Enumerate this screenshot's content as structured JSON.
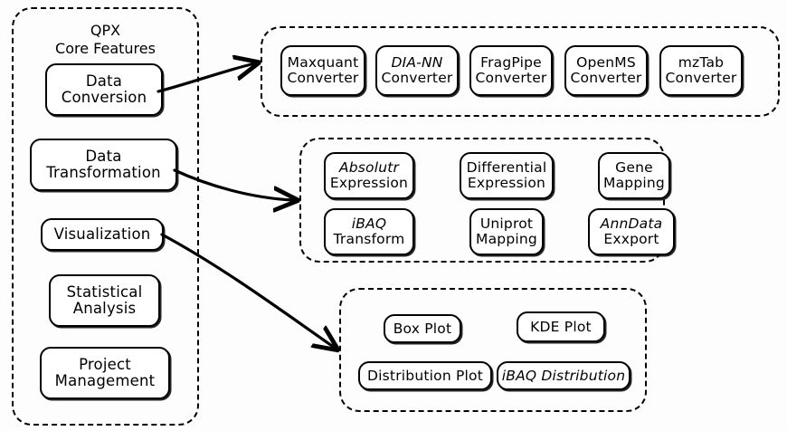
{
  "diagram": {
    "title": "QPX Core Features",
    "title_line1": "QPX",
    "title_line2": "Core Features",
    "stroke_color": "#000000",
    "background_color": "#fdfdfd",
    "style": "hand-drawn dashed clusters with rounded solid nodes"
  },
  "core": {
    "features": [
      {
        "id": "data-conversion",
        "line1": "Data",
        "line2": "Conversion"
      },
      {
        "id": "data-transformation",
        "line1": "Data",
        "line2": "Transformation"
      },
      {
        "id": "visualization",
        "line1": "Visualization",
        "line2": ""
      },
      {
        "id": "statistical-analysis",
        "line1": "Statistical",
        "line2": "Analysis"
      },
      {
        "id": "project-management",
        "line1": "Project",
        "line2": "Management"
      }
    ]
  },
  "converters": {
    "items": [
      {
        "id": "maxquant-converter",
        "line1": "Maxquant",
        "line2": "Converter",
        "italic1": false
      },
      {
        "id": "dia-nn-converter",
        "line1": "DIA-NN",
        "line2": "Converter",
        "italic1": true
      },
      {
        "id": "fragpipe-converter",
        "line1": "FragPipe",
        "line2": "Converter",
        "italic1": false
      },
      {
        "id": "openms-converter",
        "line1": "OpenMS",
        "line2": "Converter",
        "italic1": false
      },
      {
        "id": "mztab-converter",
        "line1": "mzTab",
        "line2": "Converter",
        "italic1": false
      }
    ]
  },
  "transformations": {
    "items": [
      {
        "id": "absolutr-expression",
        "line1": "Absolutr",
        "line2": "Expression",
        "italic1": true
      },
      {
        "id": "ibaq-transform",
        "line1": "iBAQ",
        "line2": "Transform",
        "italic1": true
      },
      {
        "id": "differential-expression",
        "line1": "Differential",
        "line2": "Expression",
        "italic1": false
      },
      {
        "id": "uniprot-mapping",
        "line1": "Uniprot",
        "line2": "Mapping",
        "italic1": false
      },
      {
        "id": "gene-mapping",
        "line1": "Gene",
        "line2": "Mapping",
        "italic1": false
      },
      {
        "id": "anndata-exxport",
        "line1": "AnnData",
        "line2": "Exxport",
        "italic1": true
      }
    ]
  },
  "plots": {
    "items": [
      {
        "id": "box-plot",
        "label": "Box Plot"
      },
      {
        "id": "kde-plot",
        "label": "KDE Plot"
      },
      {
        "id": "distribution-plot",
        "label": "Distribution Plot"
      },
      {
        "id": "ibaq-distribution",
        "label": "iBAQ Distribution"
      }
    ]
  },
  "edges": [
    {
      "id": "conversion-to-converters",
      "from": "data-conversion",
      "to": "converters-cluster"
    },
    {
      "id": "transformation-to-transforms",
      "from": "data-transformation",
      "to": "transformations-cluster"
    },
    {
      "id": "visualization-to-plots",
      "from": "visualization",
      "to": "plots-cluster"
    }
  ]
}
